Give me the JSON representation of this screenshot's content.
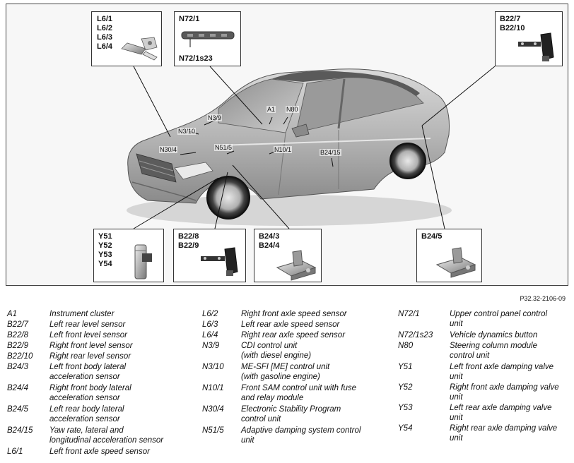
{
  "figure_ref": "P32.32-2106-09",
  "callouts": {
    "l6": "L6/1\nL6/2\nL6/3\nL6/4",
    "n72_top": "N72/1",
    "n72_bottom": "N72/1s23",
    "b22_rear": "B22/7\nB22/10",
    "y5x": "Y51\nY52\nY53\nY54",
    "b22_front": "B22/8\nB22/9",
    "b24_34": "B24/3\nB24/4",
    "b24_5": "B24/5"
  },
  "car_labels": {
    "a1": "A1",
    "n80": "N80",
    "n3_9": "N3/9",
    "n3_10": "N3/10",
    "n30_4": "N30/4",
    "n51_5": "N51/5",
    "n10_1": "N10/1",
    "b24_15": "B24/15"
  },
  "legend": [
    [
      {
        "code": "A1",
        "desc": "Instrument cluster"
      },
      {
        "code": "B22/7",
        "desc": "Left rear level sensor"
      },
      {
        "code": "B22/8",
        "desc": "Left front level sensor"
      },
      {
        "code": "B22/9",
        "desc": "Right front level sensor"
      },
      {
        "code": "B22/10",
        "desc": "Right rear level sensor"
      },
      {
        "code": "B24/3",
        "desc": "Left front body lateral\nacceleration sensor"
      },
      {
        "code": "B24/4",
        "desc": "Right front body lateral\nacceleration sensor"
      },
      {
        "code": "B24/5",
        "desc": "Left rear body lateral\nacceleration sensor"
      },
      {
        "code": "B24/15",
        "desc": "Yaw rate, lateral and\nlongitudinal acceleration sensor"
      },
      {
        "code": "L6/1",
        "desc": "Left front axle speed sensor"
      }
    ],
    [
      {
        "code": "L6/2",
        "desc": "Right front axle speed sensor"
      },
      {
        "code": "L6/3",
        "desc": "Left rear axle speed sensor"
      },
      {
        "code": "L6/4",
        "desc": "Right rear axle speed sensor"
      },
      {
        "code": "N3/9",
        "desc": "CDI control unit\n(with diesel engine)"
      },
      {
        "code": "N3/10",
        "desc": "ME-SFI [ME] control unit\n(with gasoline engine)"
      },
      {
        "code": "N10/1",
        "desc": "Front SAM control unit with fuse\nand relay module"
      },
      {
        "code": "N30/4",
        "desc": "Electronic Stability Program\ncontrol unit"
      },
      {
        "code": "N51/5",
        "desc": "Adaptive damping system control\nunit"
      }
    ],
    [
      {
        "code": "N72/1",
        "desc": "Upper control panel control\nunit"
      },
      {
        "code": "N72/1s23",
        "desc": "Vehicle dynamics button"
      },
      {
        "code": "N80",
        "desc": "Steering column module\ncontrol unit"
      },
      {
        "code": "Y51",
        "desc": "Left front axle damping valve\nunit"
      },
      {
        "code": "Y52",
        "desc": "Right front axle damping valve\nunit"
      },
      {
        "code": "Y53",
        "desc": "Left rear axle damping valve\nunit"
      },
      {
        "code": "Y54",
        "desc": "Right rear axle damping valve\nunit"
      }
    ]
  ]
}
